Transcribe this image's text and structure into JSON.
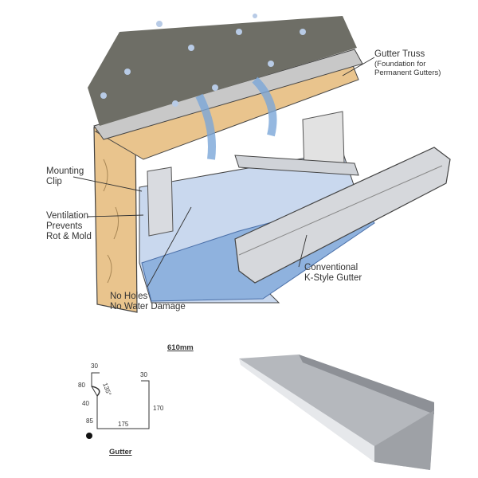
{
  "callouts": {
    "gutter_truss": {
      "title": "Gutter Truss",
      "line1": "(Foundation for",
      "line2": "Permanent Gutters)"
    },
    "mounting_clip": {
      "line1": "Mounting",
      "line2": "Clip"
    },
    "ventilation": {
      "line1": "Ventilation",
      "line2": "Prevents",
      "line3": "Rot & Mold"
    },
    "no_holes": {
      "line1": "No Holes",
      "line2": "No Water Damage"
    },
    "k_style": {
      "line1": "Conventional",
      "line2": "K-Style Gutter"
    }
  },
  "profile_drawing": {
    "length": "610mm",
    "dims": {
      "top_lip": "30",
      "back_lip": "30",
      "upper_face": "80",
      "angle": "135°",
      "mid_face": "40",
      "lower_face": "85",
      "bottom": "175",
      "back_height": "170"
    },
    "caption": "Gutter"
  },
  "colors": {
    "water": "#8fb2de",
    "wood": "#e9c48d",
    "shingle": "#6e6e66",
    "metal": "#c9ccd1"
  }
}
